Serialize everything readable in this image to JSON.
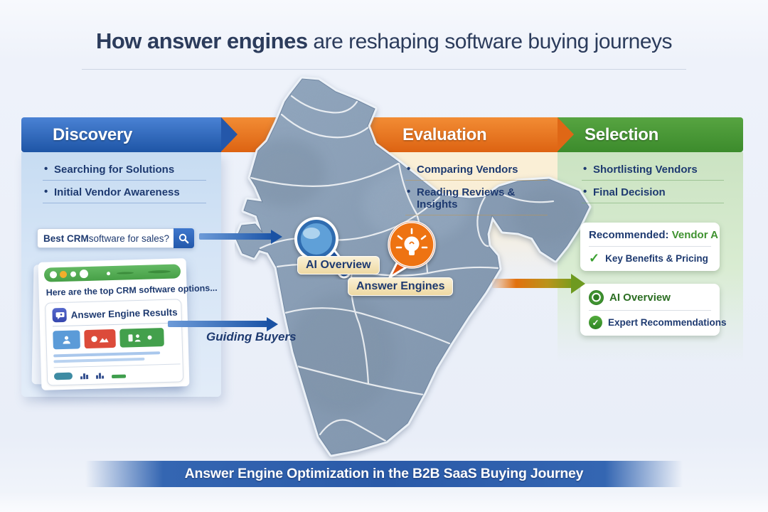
{
  "title": {
    "emphasis": "How answer engines",
    "rest": " are reshaping software buying journeys"
  },
  "stages": [
    {
      "label": "Discovery",
      "color": "#2f66b5",
      "items": [
        "Searching for Solutions",
        "Initial Vendor Awareness"
      ]
    },
    {
      "label": "Evaluation",
      "color": "#e8731d",
      "items": [
        "Comparing Vendors",
        "Reading Reviews & Insights"
      ]
    },
    {
      "label": "Selection",
      "color": "#4a9a35",
      "items": [
        "Shortlisting Vendors",
        "Final Decision"
      ]
    }
  ],
  "discovery": {
    "search": {
      "query_bold": "Best CRM",
      "query_rest": " software for sales?"
    },
    "browser": {
      "answer_text": "Here are the top CRM software options...",
      "results_title": "Answer Engine Results"
    }
  },
  "map": {
    "ai_overview_label": "AI Overview",
    "answer_engines_label": "Answer Engines"
  },
  "annotations": {
    "guiding_buyers": "Guiding Buyers"
  },
  "selection_details": {
    "recommendation_card": {
      "label": "Recommended:",
      "vendor": " Vendor A",
      "benefit": "Key Benefits & Pricing"
    },
    "features_card": {
      "feature1": "AI Overview",
      "feature2": "Expert Recommendations"
    }
  },
  "footer": {
    "banner": "Answer Engine Optimization in the B2B SaaS Buying Journey"
  },
  "icons": {
    "check": "✓"
  },
  "colors": {
    "discovery_blue": "#2f66b5",
    "evaluation_orange": "#e8731d",
    "selection_green": "#4a9a35",
    "map_slate": "#8ba0b7",
    "label_cream": "#f5e9c8"
  }
}
